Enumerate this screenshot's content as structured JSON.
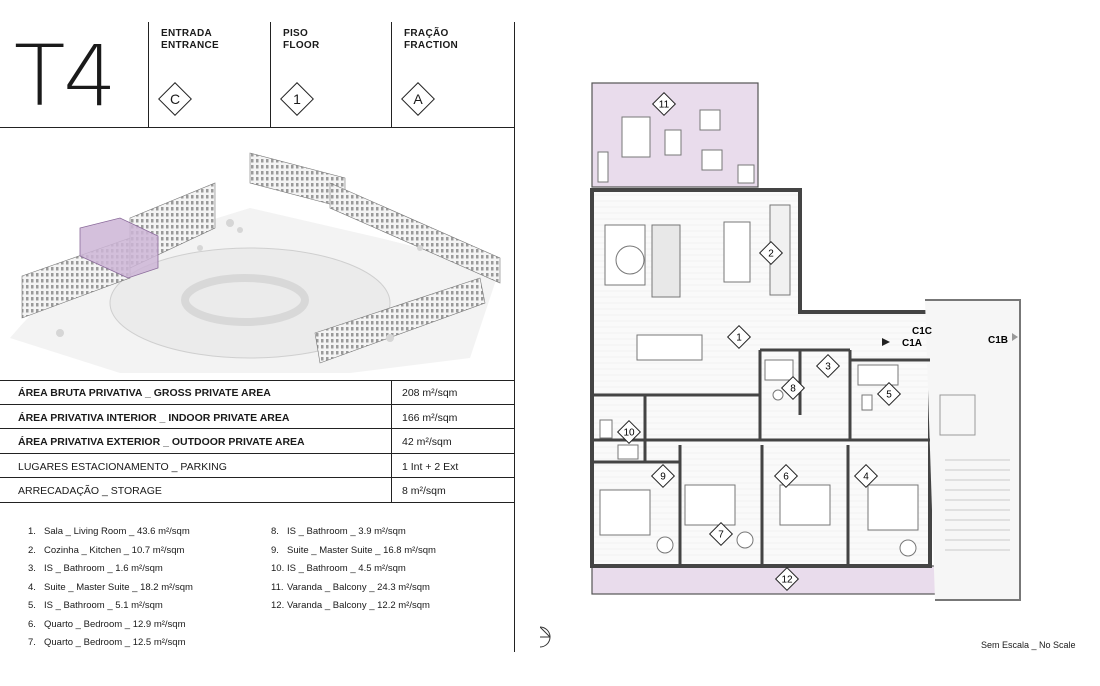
{
  "unit": {
    "type": "T4",
    "entrance": {
      "label_pt": "ENTRADA",
      "label_en": "ENTRANCE",
      "value": "C"
    },
    "floor": {
      "label_pt": "PISO",
      "label_en": "FLOOR",
      "value": "1"
    },
    "fraction": {
      "label_pt": "FRAÇÃO",
      "label_en": "FRACTION",
      "value": "A"
    }
  },
  "areas": [
    {
      "label": "ÁREA BRUTA PRIVATIVA _ GROSS PRIVATE AREA",
      "value": "208 m²/sqm",
      "bold": true
    },
    {
      "label": "ÁREA PRIVATIVA INTERIOR _ INDOOR PRIVATE AREA",
      "value": "166 m²/sqm",
      "bold": true
    },
    {
      "label": "ÁREA PRIVATIVA EXTERIOR _ OUTDOOR PRIVATE AREA",
      "value": "42 m²/sqm",
      "bold": true
    },
    {
      "label": "LUGARES ESTACIONAMENTO _ PARKING",
      "value": "1 Int + 2 Ext",
      "bold": false
    },
    {
      "label": "ARRECADAÇÃO _ STORAGE",
      "value": "8 m²/sqm",
      "bold": false
    }
  ],
  "rooms_col1": [
    {
      "num": "1.",
      "text": "Sala _ Living Room _ 43.6 m²/sqm"
    },
    {
      "num": "2.",
      "text": "Cozinha _ Kitchen _ 10.7 m²/sqm"
    },
    {
      "num": "3.",
      "text": "IS _ Bathroom _ 1.6 m²/sqm"
    },
    {
      "num": "4.",
      "text": "Suite _ Master Suite _ 18.2 m²/sqm"
    },
    {
      "num": "5.",
      "text": "IS _ Bathroom _ 5.1 m²/sqm"
    },
    {
      "num": "6.",
      "text": "Quarto _ Bedroom _ 12.9 m²/sqm"
    },
    {
      "num": "7.",
      "text": "Quarto _ Bedroom _ 12.5 m²/sqm"
    }
  ],
  "rooms_col2": [
    {
      "num": "8.",
      "text": "IS _ Bathroom _ 3.9 m²/sqm"
    },
    {
      "num": "9.",
      "text": "Suite _ Master Suite _ 16.8 m²/sqm"
    },
    {
      "num": "10.",
      "text": "IS _ Bathroom _ 4.5 m²/sqm"
    },
    {
      "num": "11.",
      "text": "Varanda _ Balcony _ 24.3 m²/sqm"
    },
    {
      "num": "12.",
      "text": "Varanda _ Balcony _ 12.2 m²/sqm"
    }
  ],
  "plan": {
    "room_markers": [
      "1",
      "2",
      "3",
      "4",
      "5",
      "6",
      "7",
      "8",
      "9",
      "10",
      "11",
      "12"
    ],
    "entrances": [
      "C1C",
      "C1A",
      "C1B"
    ],
    "north": "N",
    "scale_note": "Sem Escala _ No Scale"
  },
  "colors": {
    "balcony": "#e9dcec",
    "highlight": "#cdb5d6",
    "line": "#222222"
  }
}
